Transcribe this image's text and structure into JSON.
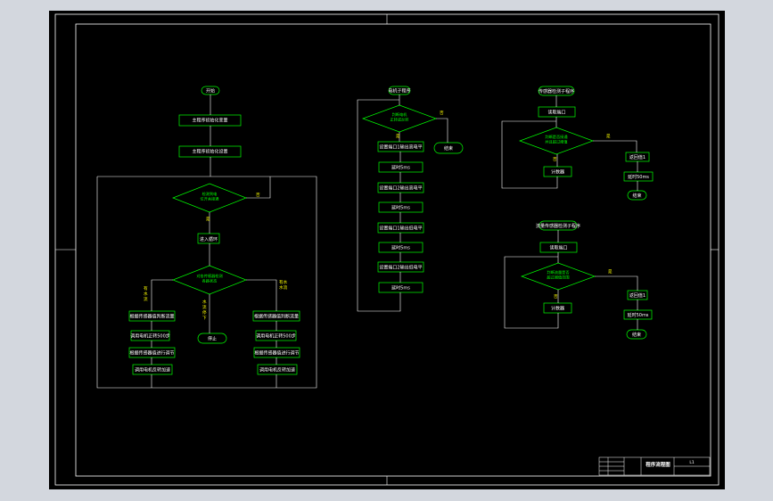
{
  "flowchart_main": {
    "start": "开始",
    "init_variables": "主程序初始化变量",
    "init_io": "主程序初始化设置",
    "check_power": "检测到电\n位开关接通",
    "no_label": "否",
    "yes_label": "是",
    "enter_loop": "进入循环",
    "check_sensor": "对各传感器检测\n各路状态",
    "left_branch": "有\n水\n流",
    "middle_branch": "水\n流\n停\n下",
    "right_branch": "有水\n水流",
    "stop": "停止",
    "left_steps": [
      "根据传感器值判断流量",
      "调用电机正转500步",
      "根据传感器值进行调节",
      "调用电机反转加速"
    ],
    "right_steps": [
      "根据传感器值判断流量",
      "调用电机正转500步",
      "根据传感器值进行调节",
      "调用电机反转加速"
    ]
  },
  "flowchart_motor": {
    "start": "电机子程序",
    "check": "判断电机\n正转或反转",
    "yes_label": "是",
    "no_label": "否",
    "end": "结束",
    "steps": [
      "设置端口1输出高电平",
      "延时5ms",
      "设置端口2输出高电平",
      "延时5ms",
      "设置端口1输出低电平",
      "延时5ms",
      "设置端口2输出低电平",
      "延时5ms"
    ]
  },
  "flowchart_sensor1": {
    "start": "传感器检测子程序",
    "read_port": "读取端口",
    "check": "判断是否接通\n并且超过阈值",
    "yes_label": "是",
    "no_label": "否",
    "return_value": "返回值1",
    "delay": "延时50ms",
    "end": "结束",
    "loop_label": "计数器"
  },
  "flowchart_sensor2": {
    "start": "流量传感器检测子程序",
    "read_port": "读取端口",
    "check": "判断流量是否\n超过阈值范围",
    "yes_label": "是",
    "no_label": "否",
    "return_value": "返回值1",
    "delay": "延时50ms",
    "end": "结束",
    "loop_label": "计数器"
  },
  "title_block": {
    "drawing_title": "程序流程图",
    "sheet_code": "L1"
  },
  "colors": {
    "line": "#ffffff",
    "box": "#00ff00",
    "label": "#ffff00",
    "background": "#000000"
  }
}
